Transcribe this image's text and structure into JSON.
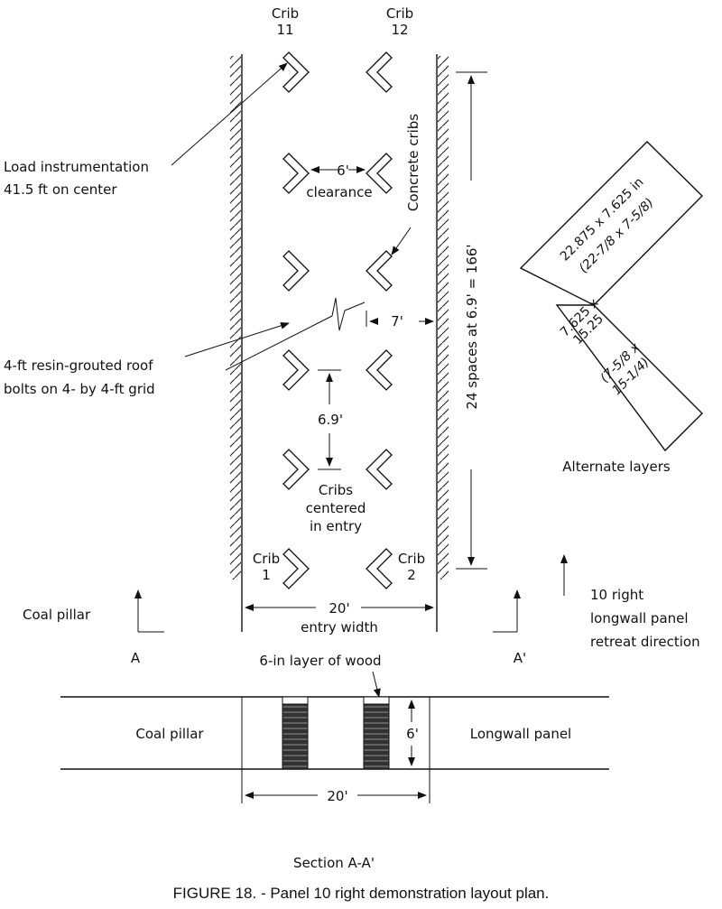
{
  "plan": {
    "crib_11": "Crib",
    "crib_11_num": "11",
    "crib_12": "Crib",
    "crib_12_num": "12",
    "crib_1": "Crib",
    "crib_1_num": "1",
    "crib_2": "Crib",
    "crib_2_num": "2",
    "concrete_cribs": "Concrete cribs",
    "load_line1": "Load instrumentation",
    "load_line2": "41.5 ft on center",
    "clearance_dim": "6'",
    "clearance": "clearance",
    "seven_ft": "7'",
    "bolts_line1": "4-ft resin-grouted roof",
    "bolts_line2": "bolts on 4- by 4-ft grid",
    "spacing_dim": "6.9'",
    "centered_line1": "Cribs",
    "centered_line2": "centered",
    "centered_line3": "in entry",
    "vertical_spaces": "24 spaces at 6.9' = 166'",
    "entry_dim": "20'",
    "entry_width": "entry width",
    "coal_pillar": "Coal pillar",
    "section_a": "A",
    "section_a_prime": "A'",
    "retreat_line1": "10 right",
    "retreat_line2": "longwall panel",
    "retreat_line3": "retreat direction"
  },
  "crib_detail": {
    "long_dims": "22.875 x 7.625 in",
    "long_dims_frac": "(22-7/8 x 7-5/8)",
    "short_dims_1": "7.625 x",
    "short_dims_2": "15.25",
    "short_frac_1": "(7-5/8 x",
    "short_frac_2": "15-1/4)",
    "alternate_layers": "Alternate layers"
  },
  "section": {
    "wood_layer": "6-in layer of wood",
    "coal_pillar": "Coal pillar",
    "longwall_panel": "Longwall panel",
    "height_dim": "6'",
    "width_dim": "20'",
    "title": "Section A-A'"
  },
  "caption": "FIGURE 18. - Panel 10 right demonstration layout plan."
}
